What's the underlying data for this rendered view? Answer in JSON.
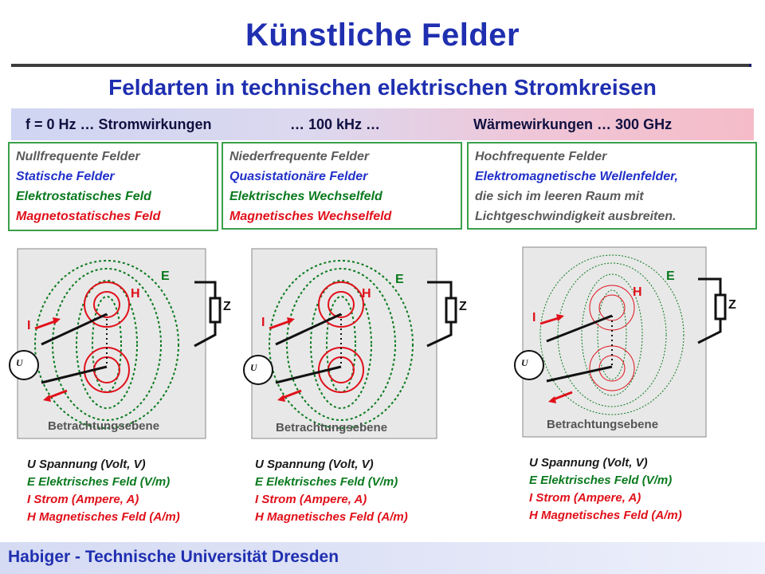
{
  "title": "Künstliche Felder",
  "subtitle": "Feldarten in technischen elektrischen Stromkreisen",
  "frequency_bar": {
    "left": "f = 0 Hz … Stromwirkungen",
    "middle": "… 100 kHz …",
    "right": "Wärmewirkungen  … 300 GHz"
  },
  "categories": [
    {
      "lines": [
        {
          "text": "Nullfrequente Felder",
          "color": "#5a5a5a"
        },
        {
          "text": "Statische Felder",
          "color": "#2130c8"
        },
        {
          "text": "Elektrostatisches Feld",
          "color": "#0a7a1e"
        },
        {
          "text": "Magnetostatisches Feld",
          "color": "#e0101a"
        }
      ]
    },
    {
      "lines": [
        {
          "text": "Niederfrequente Felder",
          "color": "#5a5a5a"
        },
        {
          "text": "Quasistationäre Felder",
          "color": "#2130c8"
        },
        {
          "text": "Elektrisches Wechselfeld",
          "color": "#0a7a1e"
        },
        {
          "text": "Magnetisches Wechselfeld",
          "color": "#e0101a"
        }
      ]
    },
    {
      "lines": [
        {
          "text": "Hochfrequente Felder",
          "color": "#5a5a5a"
        },
        {
          "text": "Elektromagnetische Wellenfelder,",
          "color": "#2130c8"
        },
        {
          "text": "die sich im leeren Raum mit",
          "color": "#5a5a5a"
        },
        {
          "text": "Lichtgeschwindigkeit ausbreiten.",
          "color": "#5a5a5a"
        }
      ]
    }
  ],
  "diagram_labels": {
    "e": "E",
    "h": "H",
    "z": "Z",
    "i": "I",
    "u": "U",
    "plane": "Betrachtungsebene"
  },
  "legend": [
    {
      "text": "U Spannung (Volt, V)",
      "color": "#1a1a1a"
    },
    {
      "text": "E Elektrisches Feld (V/m)",
      "color": "#0a7a1e"
    },
    {
      "text": "I  Strom (Ampere, A)",
      "color": "#e0101a"
    },
    {
      "text": "H Magnetisches Feld (A/m)",
      "color": "#e0101a"
    }
  ],
  "footer": "Habiger - Technische Universität Dresden",
  "colors": {
    "title": "#1f2fb0",
    "e_field": "#0a7a1e",
    "h_field": "#e0101a",
    "box_border": "#3aa04a"
  }
}
